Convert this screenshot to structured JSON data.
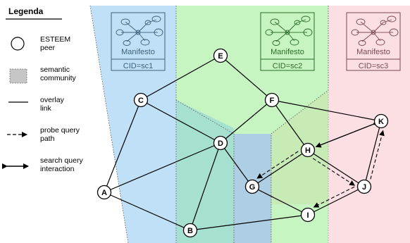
{
  "legend": {
    "title": "Legenda",
    "items": [
      {
        "key": "peer",
        "lines": [
          "ESTEEM",
          "peer"
        ]
      },
      {
        "key": "community",
        "lines": [
          "semantic",
          "community"
        ]
      },
      {
        "key": "link",
        "lines": [
          "overlay",
          "link"
        ]
      },
      {
        "key": "probe",
        "lines": [
          "probe query",
          "path"
        ]
      },
      {
        "key": "interaction",
        "lines": [
          "search query",
          "interaction"
        ]
      }
    ]
  },
  "communities": [
    {
      "id": "sc1",
      "manifesto": "Manifesto",
      "cid": "CID=sc1",
      "color": "#bfe0f7",
      "ink": "#3d5f7a"
    },
    {
      "id": "sc2",
      "manifesto": "Manifesto",
      "cid": "CID=sc2",
      "color": "#c6f5c2",
      "ink": "#2e6b2a"
    },
    {
      "id": "sc3",
      "manifesto": "Manifesto",
      "cid": "CID=sc3",
      "color": "#fbdfe3",
      "ink": "#7a4a52"
    }
  ],
  "nodes": [
    "A",
    "B",
    "C",
    "D",
    "E",
    "F",
    "G",
    "H",
    "I",
    "J",
    "K"
  ],
  "edges": [
    [
      "A",
      "C"
    ],
    [
      "A",
      "D"
    ],
    [
      "A",
      "B"
    ],
    [
      "C",
      "E"
    ],
    [
      "C",
      "D"
    ],
    [
      "E",
      "F"
    ],
    [
      "F",
      "D"
    ],
    [
      "F",
      "H"
    ],
    [
      "F",
      "K"
    ],
    [
      "D",
      "B"
    ],
    [
      "D",
      "G"
    ],
    [
      "H",
      "G"
    ],
    [
      "H",
      "J"
    ],
    [
      "G",
      "I"
    ],
    [
      "B",
      "I"
    ],
    [
      "I",
      "J"
    ],
    [
      "J",
      "K"
    ]
  ],
  "probe_paths": [
    [
      "H",
      "J"
    ],
    [
      "J",
      "I"
    ],
    [
      "J",
      "K"
    ],
    [
      "H",
      "G"
    ]
  ],
  "interactions": [
    [
      "K",
      "H"
    ]
  ]
}
